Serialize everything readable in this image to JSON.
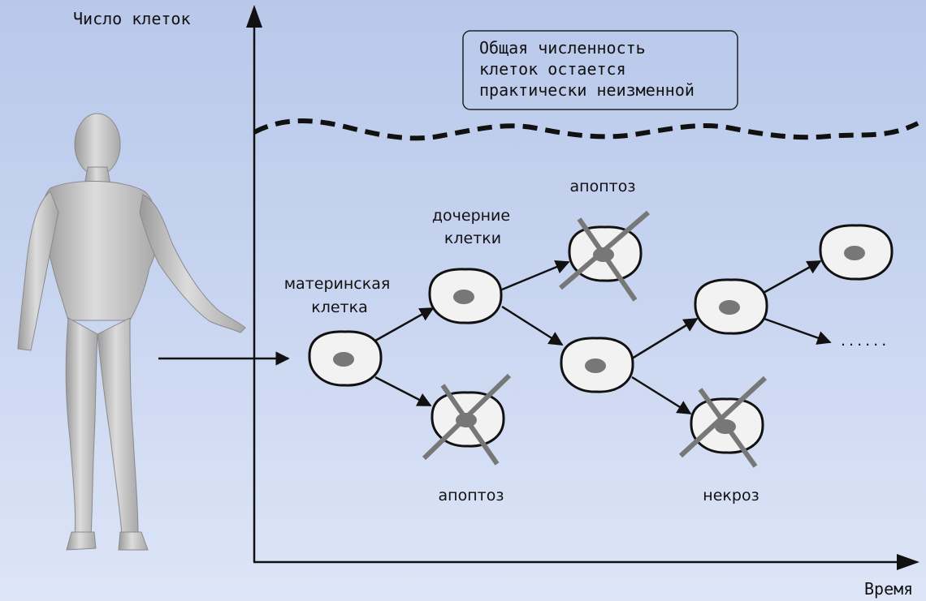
{
  "axes": {
    "y_label": "Число клеток",
    "x_label": "Время"
  },
  "note": {
    "line1": "Общая численность",
    "line2": "клеток остается",
    "line3": "практически неизменной"
  },
  "labels": {
    "mother_line1": "материнская",
    "mother_line2": "клетка",
    "daughter_line1": "дочерние",
    "daughter_line2": "клетки",
    "apoptosis_top": "апоптоз",
    "apoptosis_bottom": "апоптоз",
    "necrosis": "некроз",
    "continuation": "......"
  },
  "colors": {
    "background_top": "#b9c8ea",
    "cell_fill": "#f2f2f2",
    "nucleus": "#777777",
    "cross": "#777777",
    "line": "#111111"
  },
  "icons": {
    "figure": "human-figure-icon"
  }
}
